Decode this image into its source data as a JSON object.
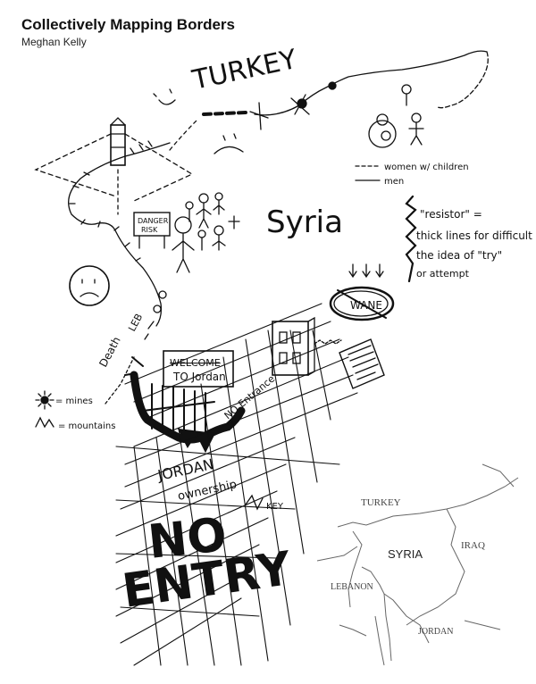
{
  "header": {
    "title": "Collectively Mapping Borders",
    "author": "Meghan Kelly"
  },
  "sketch": {
    "turkey": "TURKEY",
    "syria": "Syria",
    "danger_sign": "DANGER\nRISK",
    "death": "Death",
    "leb": "LEB",
    "welcome": "WELCOME",
    "to_jordan": "TO Jordan",
    "no_entrance": "NO Entrance",
    "wane": "WANE",
    "jordan": "JORDAN",
    "ownership": "ownership",
    "key": "KEY",
    "no_entry_1": "NO",
    "no_entry_2": "ENTRY"
  },
  "legend": {
    "women_children": "women w/ children",
    "men": "men",
    "mines": "= mines",
    "mountains": "= mountains"
  },
  "annotation": {
    "line1": "\"resistor\" =",
    "line2": "thick lines for difficult",
    "line3": "the idea of \"try\"",
    "line4": "or attempt"
  },
  "inset_map": {
    "turkey": "TURKEY",
    "syria": "SYRIA",
    "iraq": "IRAQ",
    "lebanon": "LEBANON",
    "jordan": "JORDAN"
  }
}
